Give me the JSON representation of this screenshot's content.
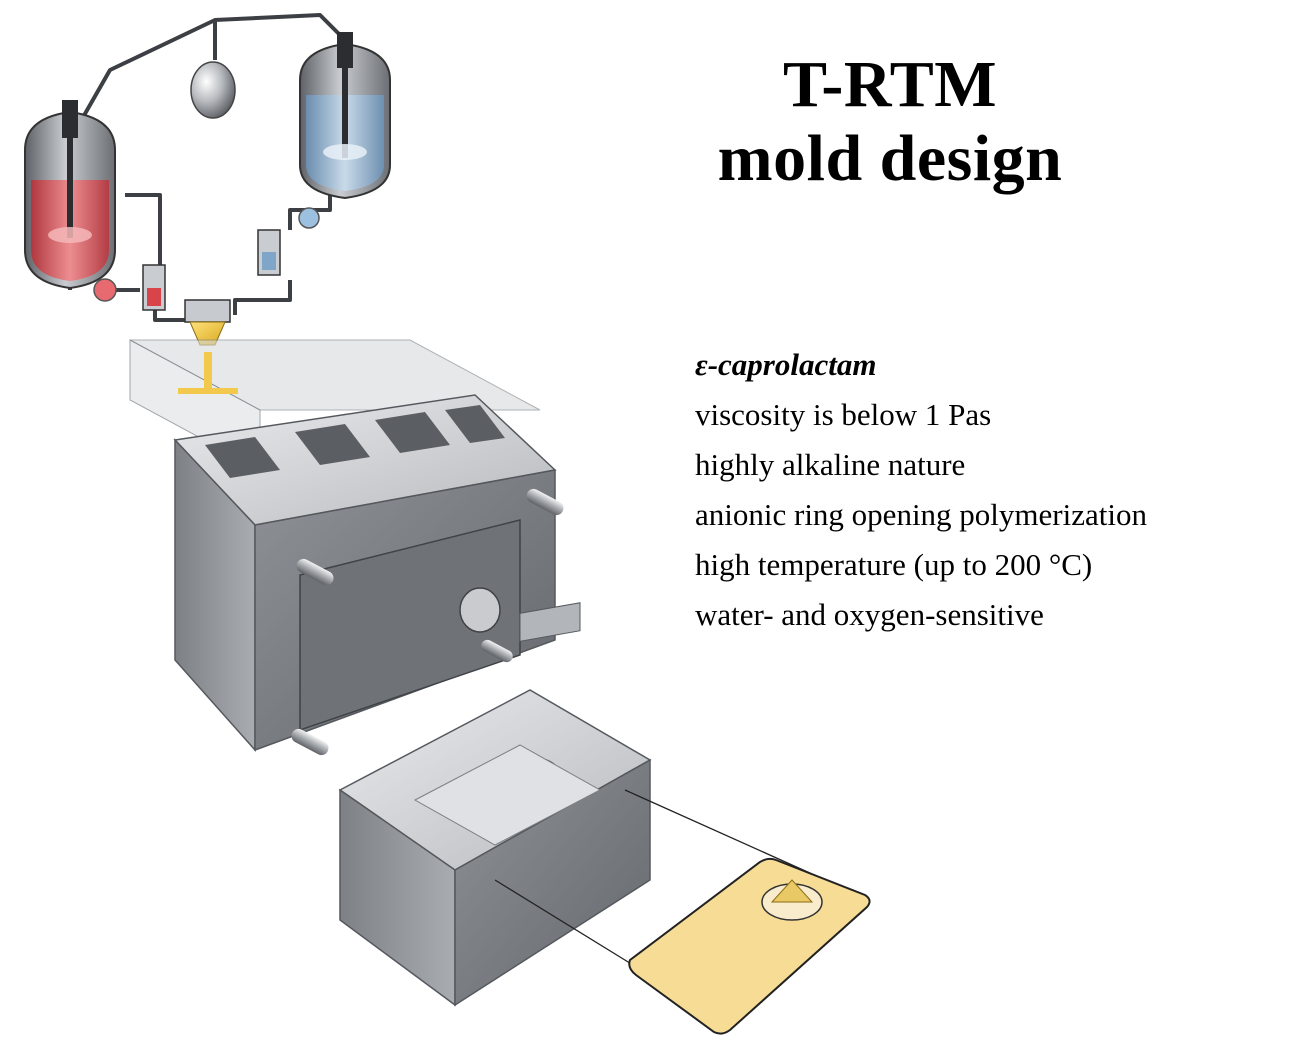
{
  "title": {
    "line1": "T-RTM",
    "line2": "mold design"
  },
  "properties": {
    "material": "ε-caprolactam",
    "items": [
      "viscosity is below 1 Pas",
      "highly alkaline nature",
      "anionic ring opening polymerization",
      "high temperature (up to 200 °C)",
      "water- and oxygen-sensitive"
    ]
  },
  "colors": {
    "component_a": "#d9434a",
    "component_b": "#7fa6c8",
    "mixed_resin": "#f2c94c",
    "part_preview": "#f6dc95",
    "mold_steel": "#9a9ea3"
  }
}
